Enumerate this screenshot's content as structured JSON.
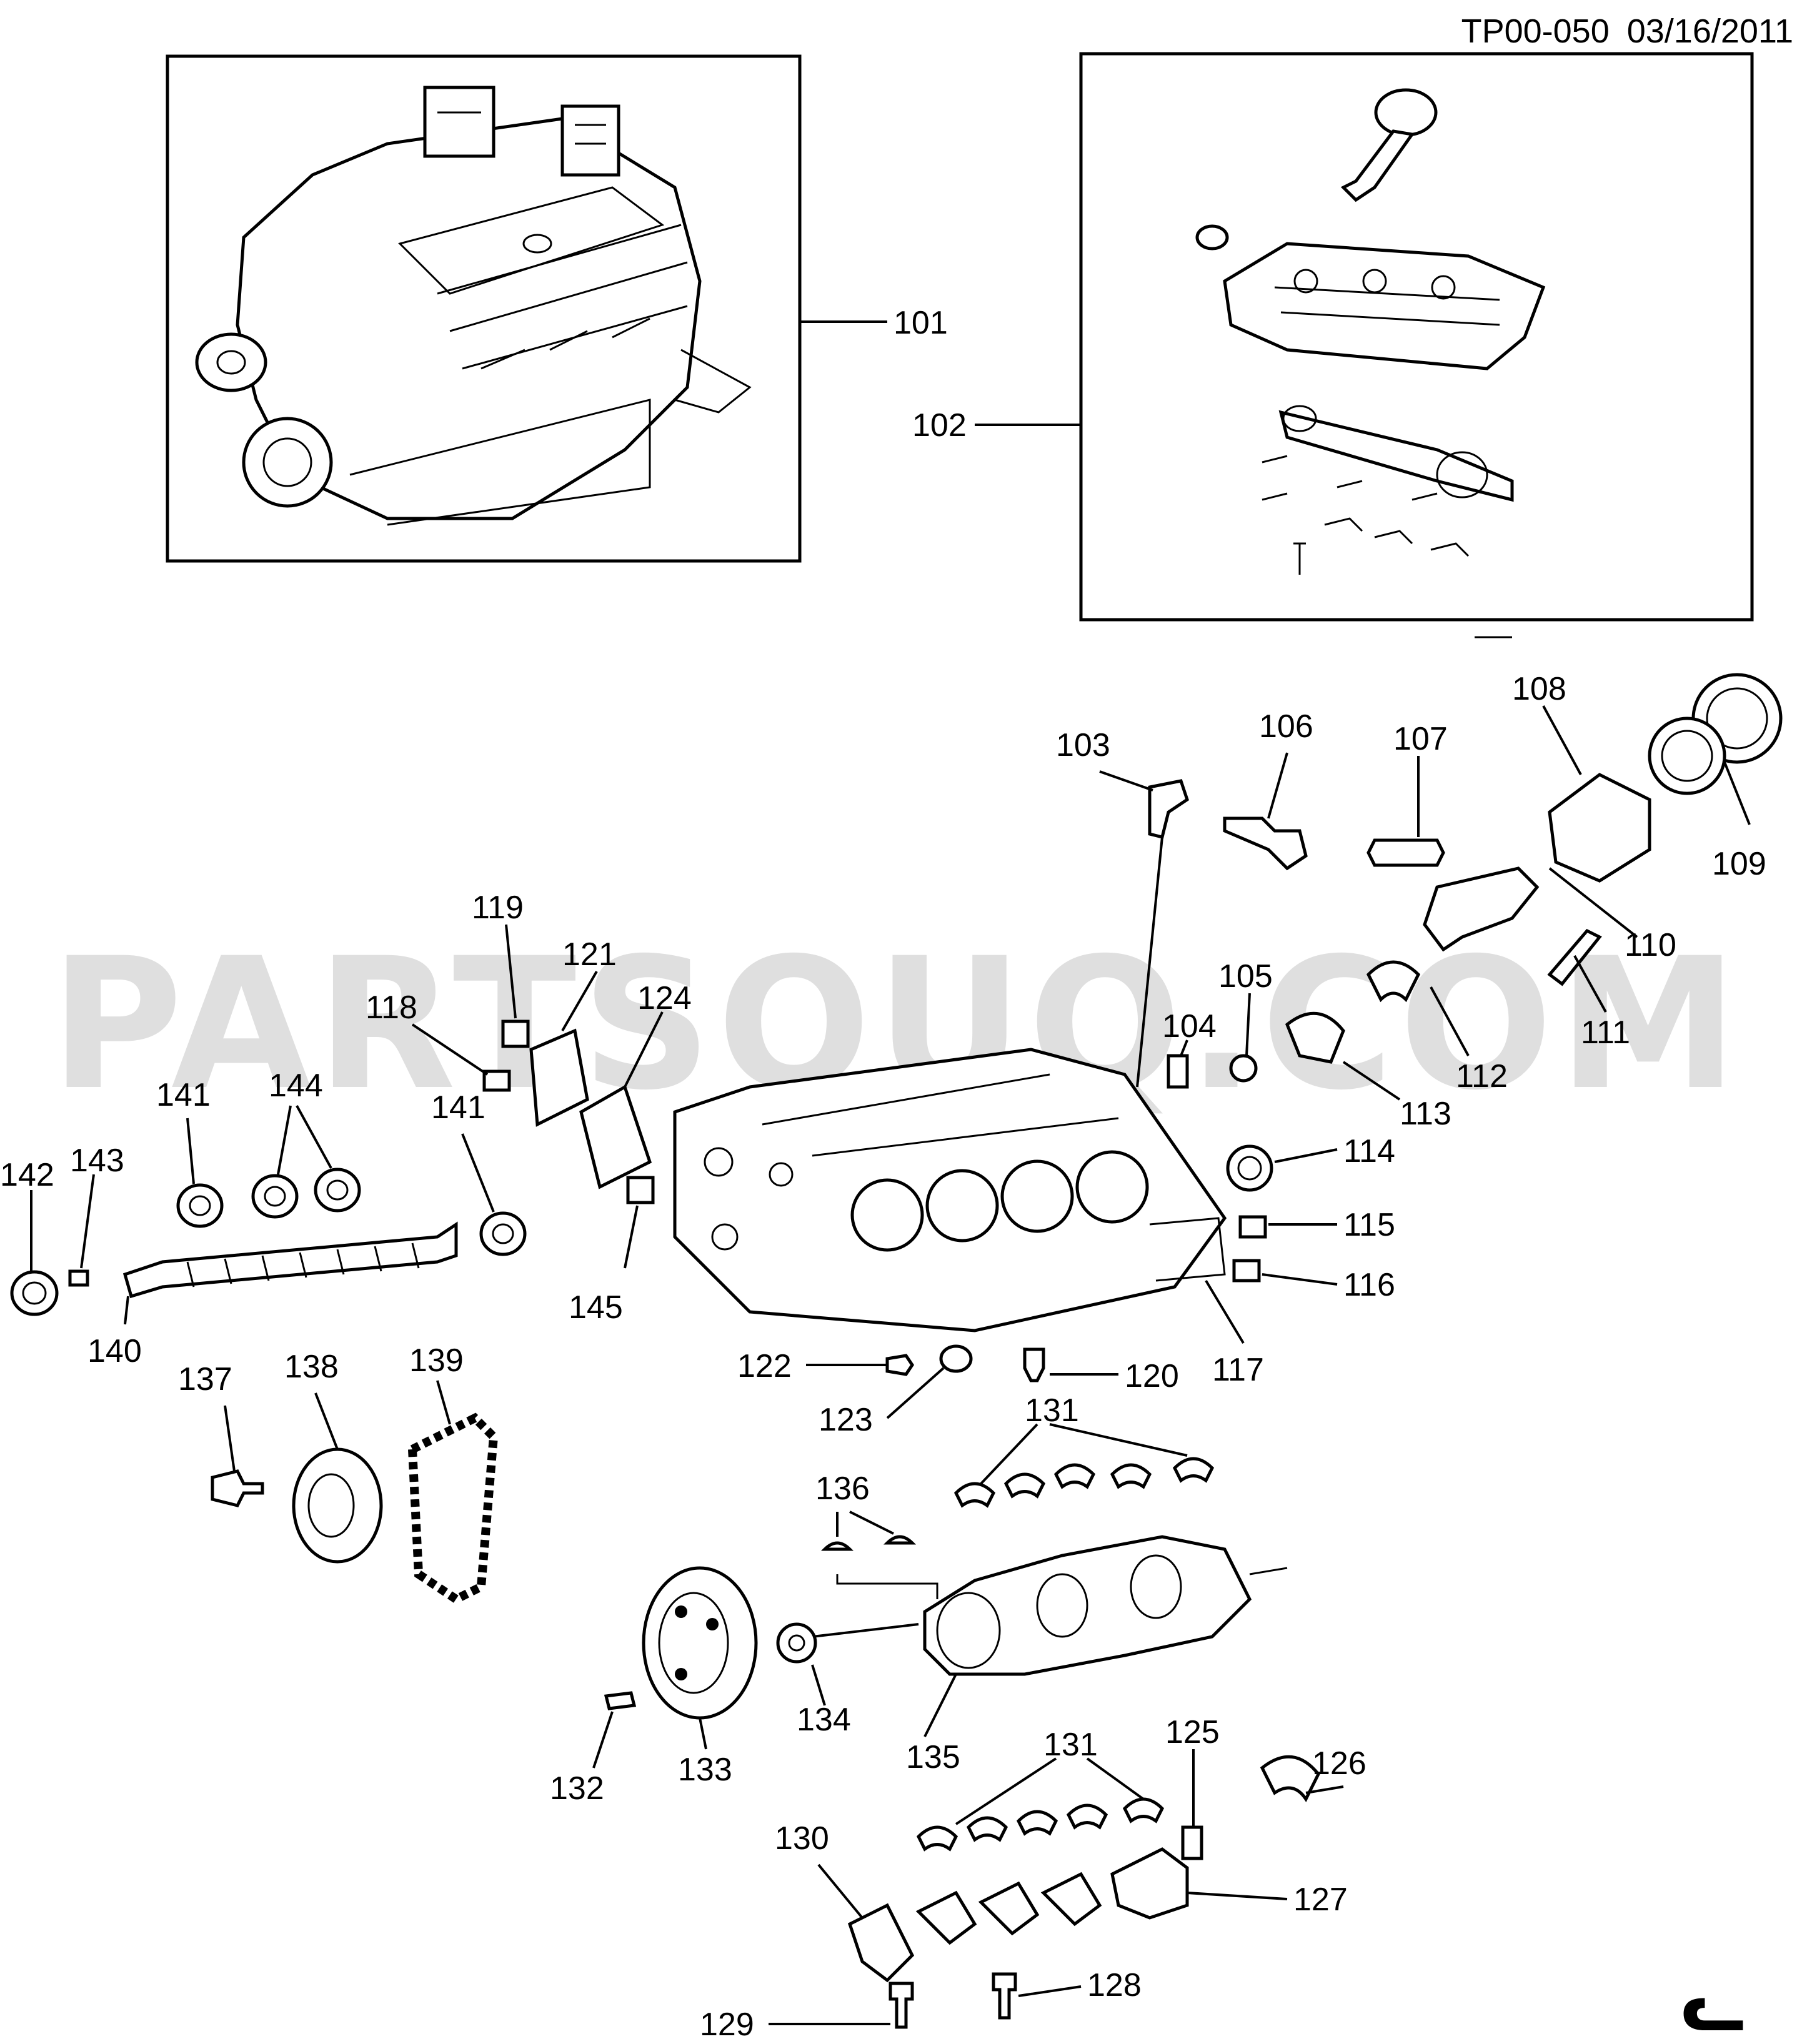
{
  "header": {
    "doc_id": "TP00-050",
    "date": "03/16/2011"
  },
  "watermark": {
    "text": "PARTSOUQ.COM"
  },
  "brand_mark": {
    "text": "ᓚ"
  },
  "callouts": {
    "c101": "101",
    "c102": "102",
    "c103": "103",
    "c104": "104",
    "c105": "105",
    "c106": "106",
    "c107": "107",
    "c108": "108",
    "c109": "109",
    "c110": "110",
    "c111": "111",
    "c112": "112",
    "c113": "113",
    "c114": "114",
    "c115": "115",
    "c116": "116",
    "c117": "117",
    "c118": "118",
    "c119": "119",
    "c120": "120",
    "c121": "121",
    "c122": "122",
    "c123": "123",
    "c124": "124",
    "c125": "125",
    "c126": "126",
    "c127": "127",
    "c128": "128",
    "c129": "129",
    "c130": "130",
    "c131a": "131",
    "c131b": "131",
    "c132": "132",
    "c133": "133",
    "c134": "134",
    "c135": "135",
    "c136": "136",
    "c137": "137",
    "c138": "138",
    "c139": "139",
    "c140": "140",
    "c141a": "141",
    "c141b": "141",
    "c142": "142",
    "c143": "143",
    "c144": "144",
    "c145": "145"
  }
}
